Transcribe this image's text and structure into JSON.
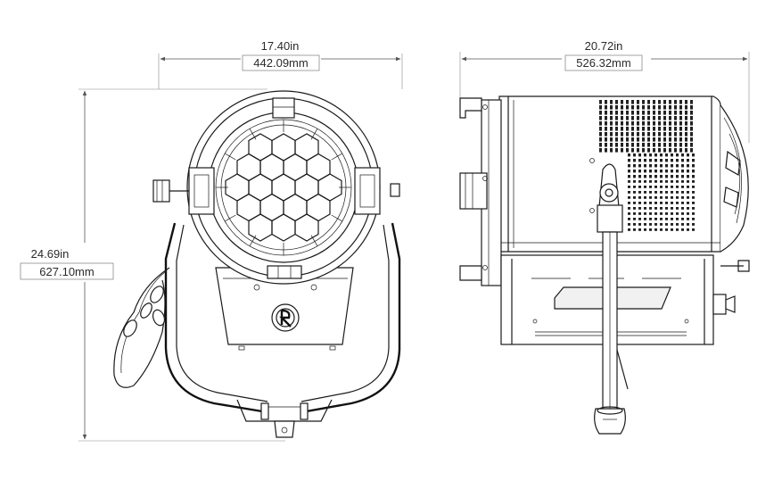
{
  "front_view": {
    "width_in": "17.40in",
    "width_mm": "442.09mm",
    "height_in": "24.69in",
    "height_mm": "627.10mm"
  },
  "side_view": {
    "depth_in": "20.72in",
    "depth_mm": "526.32mm"
  },
  "colors": {
    "line": "#1a1a1a",
    "dimension": "#555555",
    "background": "#ffffff"
  }
}
